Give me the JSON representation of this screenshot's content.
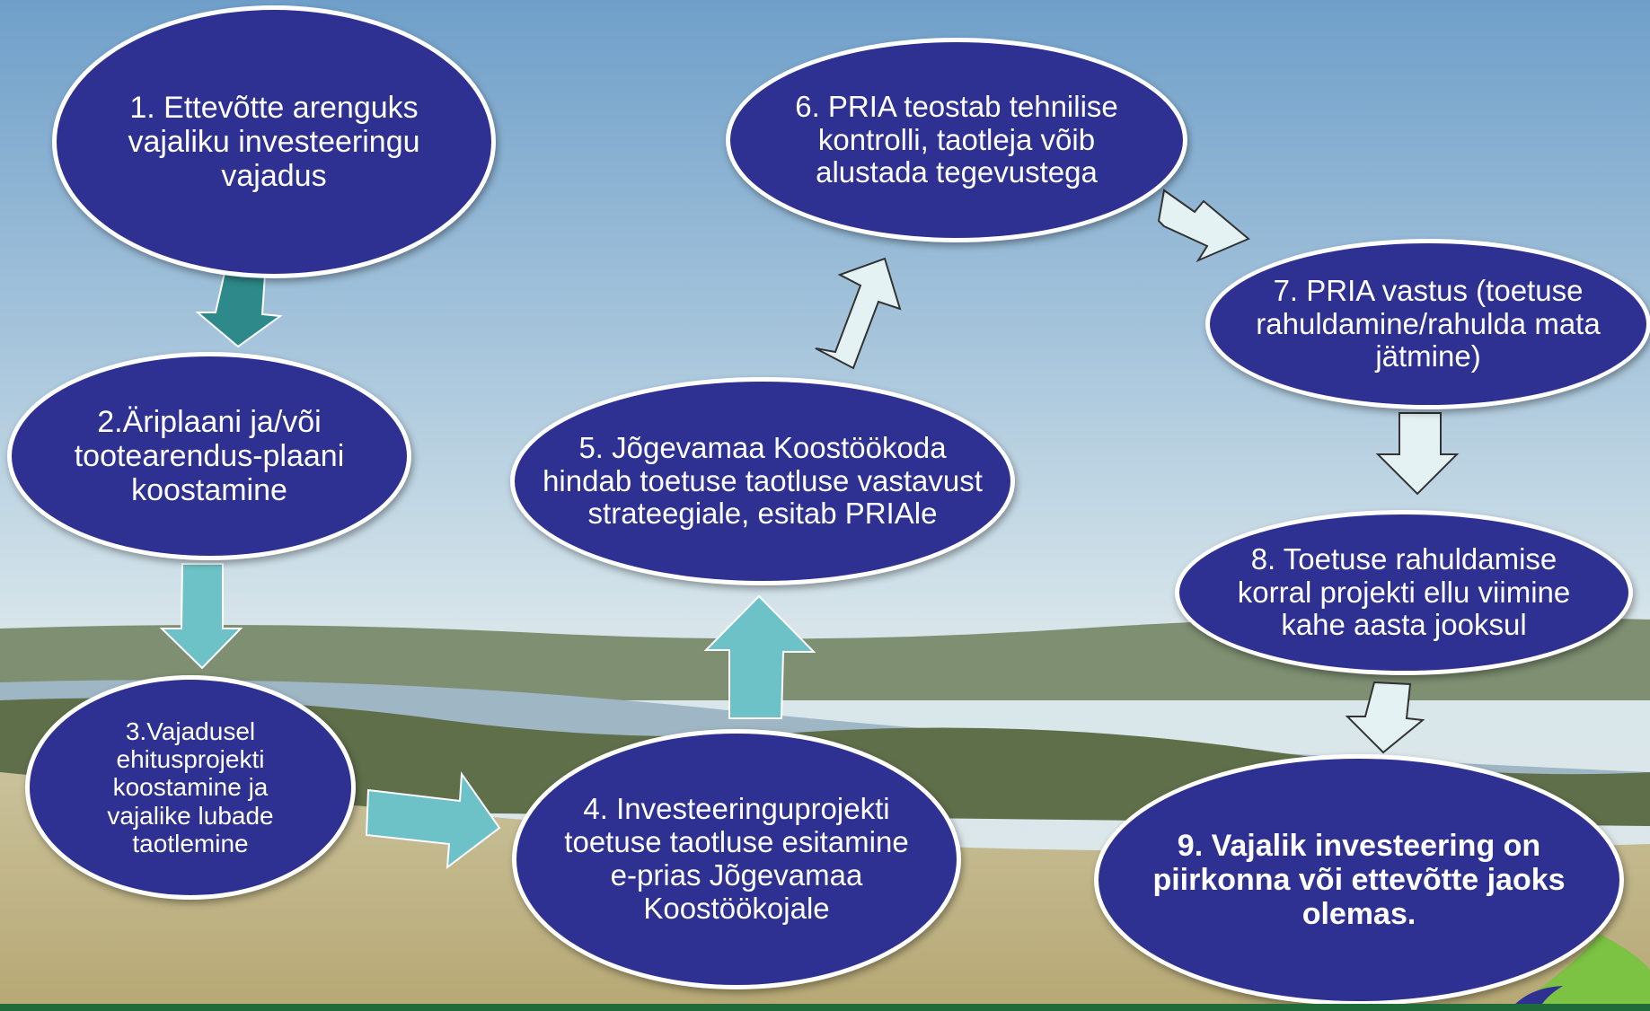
{
  "nodes": [
    {
      "id": "n1",
      "text": "1. Ettevõtte arenguks vajaliku investeeringu vajadus"
    },
    {
      "id": "n2",
      "text": "2.Äriplaani ja/või tootearendus-plaani koostamine"
    },
    {
      "id": "n3",
      "text": "3.Vajadusel ehitusprojekti koostamine ja vajalike lubade taotlemine"
    },
    {
      "id": "n4",
      "text": "4. Investeeringuprojekti toetuse taotluse esitamine e-prias Jõgevamaa Koostöökojale"
    },
    {
      "id": "n5",
      "text": "5. Jõgevamaa Koostöökoda hindab toetuse taotluse vastavust strateegiale, esitab PRIAle"
    },
    {
      "id": "n6",
      "text": "6. PRIA teostab tehnilise kontrolli, taotleja võib alustada tegevustega"
    },
    {
      "id": "n7",
      "text": "7. PRIA vastus (toetuse rahuldamine/rahulda mata jätmine)"
    },
    {
      "id": "n8",
      "text": "8. Toetuse rahuldamise korral projekti ellu viimine kahe aasta jooksul"
    },
    {
      "id": "n9",
      "text": "9. Vajalik investeering on piirkonna või ettevõtte jaoks olemas."
    }
  ],
  "colors": {
    "node_fill": "#2e3192",
    "node_border": "#ffffff",
    "arrow_dark_teal": "#2e8a8a",
    "arrow_teal": "#6cc2c6",
    "arrow_pale": "#e4f2f4",
    "sky_top": "#6f9fc9",
    "sky_bottom": "#cfe0e6",
    "field": "#b9ad7a"
  }
}
